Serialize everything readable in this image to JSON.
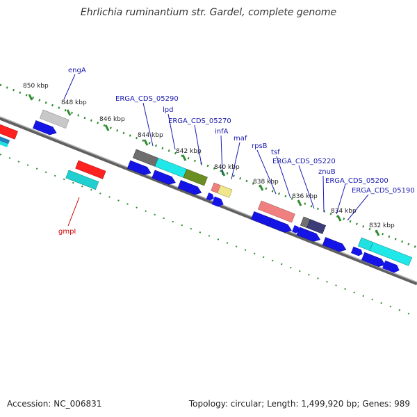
{
  "title": "Ehrlichia ruminantium str. Gardel, complete genome",
  "footer": {
    "accession": "Accession: NC_006831",
    "summary": "Topology: circular; Length: 1,499,920 bp; Genes: 989"
  },
  "ticks": [
    "850 kbp",
    "848 kbp",
    "846 kbp",
    "844 kbp",
    "842 kbp",
    "840 kbp",
    "838 kbp",
    "836 kbp",
    "834 kbp",
    "832 kbp"
  ],
  "gene_labels": {
    "engA": "engA",
    "cds05290": "ERGA_CDS_05290",
    "lpd": "lpd",
    "cds05270": "ERGA_CDS_05270",
    "infA": "infA",
    "maf": "maf",
    "rpsB": "rpsB",
    "tsf": "tsf",
    "cds05220": "ERGA_CDS_05220",
    "znuB": "znuB",
    "cds05200": "ERGA_CDS_05200",
    "cds05190": "ERGA_CDS_05190",
    "gmpI": "gmpI"
  },
  "colors": {
    "backbone": "#808080",
    "tick_green": "#2e8b2e",
    "cds_blue": "#1414e6",
    "label_blue": "#1a1ab0",
    "label_red": "#d10000",
    "feature_gray": "#c0c0c0",
    "feature_dark_gray": "#6e6e6e",
    "feature_cyan": "#20e0e0",
    "feature_olive": "#6b8e23",
    "feature_pink": "#f08080",
    "feature_yellow": "#f0e68c",
    "feature_red": "#ff2020",
    "feature_navy": "#3c3c78"
  }
}
